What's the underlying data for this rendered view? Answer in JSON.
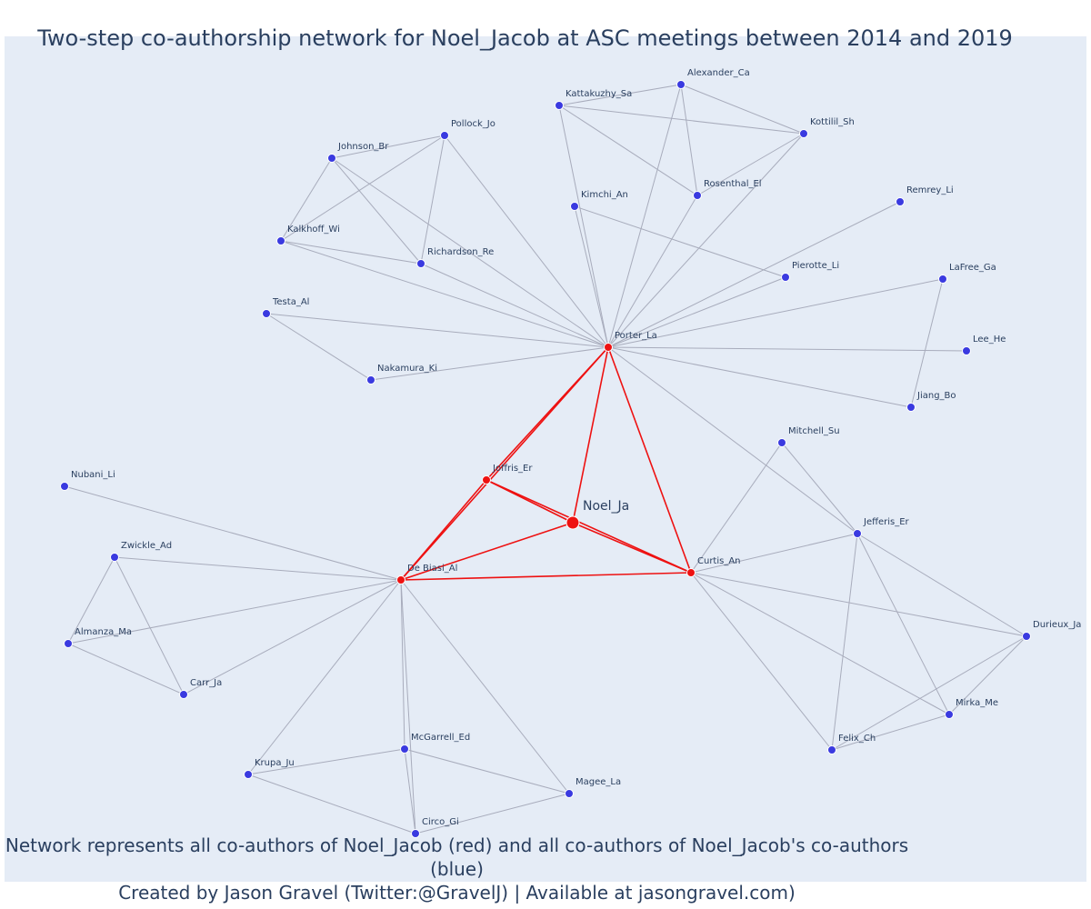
{
  "title": "Two-step co-authorship network for Noel_Jacob at ASC meetings between 2014 and 2019",
  "caption": {
    "line1": "Network represents all co-authors of Noel_Jacob (red) and all co-authors of Noel_Jacob's co-authors (blue)",
    "line2": "Created by Jason Gravel (Twitter:@GravelJ) | Available at jasongravel.com)"
  },
  "colors": {
    "red": "#ee1111",
    "blue": "#3a3ae0",
    "edge": "#a8acbc",
    "background": "#e5ecf6"
  },
  "chart_data": {
    "type": "network",
    "ego": "Noel_Ja",
    "first_step": [
      "Porter_La",
      "Joffris_Er",
      "De Biasi_Al",
      "Curtis_An"
    ],
    "second_step": [
      "Alexander_Ca",
      "Kattakuzhy_Sa",
      "Kottilil_Sh",
      "Pollock_Jo",
      "Johnson_Br",
      "Rosenthal_El",
      "Kimchi_An",
      "Remrey_Li",
      "Kalkhoff_Wi",
      "Richardson_Re",
      "Pierotte_Li",
      "LaFree_Ga",
      "Testa_Al",
      "Lee_He",
      "Nakamura_Ki",
      "Jiang_Bo",
      "Mitchell_Su",
      "Nubani_Li",
      "Jefferis_Er",
      "Zwickle_Ad",
      "Durieux_Ja",
      "Almanza_Ma",
      "Carr_Ja",
      "Mirka_Me",
      "McGarrell_Ed",
      "Felix_Ch",
      "Krupa_Ju",
      "Magee_La",
      "Circo_Gi"
    ],
    "red_edges": [
      [
        "Noel_Ja",
        "Porter_La"
      ],
      [
        "Noel_Ja",
        "Joffris_Er"
      ],
      [
        "Noel_Ja",
        "De Biasi_Al"
      ],
      [
        "Noel_Ja",
        "Curtis_An"
      ],
      [
        "Porter_La",
        "Joffris_Er"
      ],
      [
        "Porter_La",
        "De Biasi_Al"
      ],
      [
        "Porter_La",
        "Curtis_An"
      ],
      [
        "Joffris_Er",
        "De Biasi_Al"
      ],
      [
        "Joffris_Er",
        "Curtis_An"
      ],
      [
        "De Biasi_Al",
        "Curtis_An"
      ]
    ],
    "gray_edges": [
      [
        "Alexander_Ca",
        "Kattakuzhy_Sa"
      ],
      [
        "Alexander_Ca",
        "Kottilil_Sh"
      ],
      [
        "Alexander_Ca",
        "Rosenthal_El"
      ],
      [
        "Alexander_Ca",
        "Porter_La"
      ],
      [
        "Kattakuzhy_Sa",
        "Kottilil_Sh"
      ],
      [
        "Kattakuzhy_Sa",
        "Rosenthal_El"
      ],
      [
        "Kattakuzhy_Sa",
        "Porter_La"
      ],
      [
        "Kottilil_Sh",
        "Rosenthal_El"
      ],
      [
        "Kottilil_Sh",
        "Porter_La"
      ],
      [
        "Rosenthal_El",
        "Porter_La"
      ],
      [
        "Kimchi_An",
        "Porter_La"
      ],
      [
        "Kimchi_An",
        "Pierotte_Li"
      ],
      [
        "Pierotte_Li",
        "Porter_La"
      ],
      [
        "Pollock_Jo",
        "Johnson_Br"
      ],
      [
        "Pollock_Jo",
        "Kalkhoff_Wi"
      ],
      [
        "Pollock_Jo",
        "Richardson_Re"
      ],
      [
        "Pollock_Jo",
        "Porter_La"
      ],
      [
        "Johnson_Br",
        "Kalkhoff_Wi"
      ],
      [
        "Johnson_Br",
        "Richardson_Re"
      ],
      [
        "Johnson_Br",
        "Porter_La"
      ],
      [
        "Kalkhoff_Wi",
        "Richardson_Re"
      ],
      [
        "Kalkhoff_Wi",
        "Porter_La"
      ],
      [
        "Richardson_Re",
        "Porter_La"
      ],
      [
        "Remrey_Li",
        "Porter_La"
      ],
      [
        "LaFree_Ga",
        "Porter_La"
      ],
      [
        "LaFree_Ga",
        "Jiang_Bo"
      ],
      [
        "Jiang_Bo",
        "Porter_La"
      ],
      [
        "Lee_He",
        "Porter_La"
      ],
      [
        "Testa_Al",
        "Nakamura_Ki"
      ],
      [
        "Testa_Al",
        "Porter_La"
      ],
      [
        "Nakamura_Ki",
        "Porter_La"
      ],
      [
        "Jefferis_Er",
        "Porter_La"
      ],
      [
        "Jefferis_Er",
        "Mitchell_Su"
      ],
      [
        "Mitchell_Su",
        "Curtis_An"
      ],
      [
        "Jefferis_Er",
        "Curtis_An"
      ],
      [
        "Jefferis_Er",
        "Mirka_Me"
      ],
      [
        "Jefferis_Er",
        "Felix_Ch"
      ],
      [
        "Jefferis_Er",
        "Durieux_Ja"
      ],
      [
        "Curtis_An",
        "Durieux_Ja"
      ],
      [
        "Curtis_An",
        "Mirka_Me"
      ],
      [
        "Curtis_An",
        "Felix_Ch"
      ],
      [
        "Durieux_Ja",
        "Mirka_Me"
      ],
      [
        "Durieux_Ja",
        "Felix_Ch"
      ],
      [
        "Mirka_Me",
        "Felix_Ch"
      ],
      [
        "Nubani_Li",
        "De Biasi_Al"
      ],
      [
        "Zwickle_Ad",
        "De Biasi_Al"
      ],
      [
        "Zwickle_Ad",
        "Almanza_Ma"
      ],
      [
        "Zwickle_Ad",
        "Carr_Ja"
      ],
      [
        "Almanza_Ma",
        "De Biasi_Al"
      ],
      [
        "Almanza_Ma",
        "Carr_Ja"
      ],
      [
        "Carr_Ja",
        "De Biasi_Al"
      ],
      [
        "De Biasi_Al",
        "McGarrell_Ed"
      ],
      [
        "De Biasi_Al",
        "Krupa_Ju"
      ],
      [
        "De Biasi_Al",
        "Magee_La"
      ],
      [
        "De Biasi_Al",
        "Circo_Gi"
      ],
      [
        "McGarrell_Ed",
        "Krupa_Ju"
      ],
      [
        "McGarrell_Ed",
        "Magee_La"
      ],
      [
        "McGarrell_Ed",
        "Circo_Gi"
      ],
      [
        "Krupa_Ju",
        "Circo_Gi"
      ],
      [
        "Magee_La",
        "Circo_Gi"
      ]
    ]
  }
}
